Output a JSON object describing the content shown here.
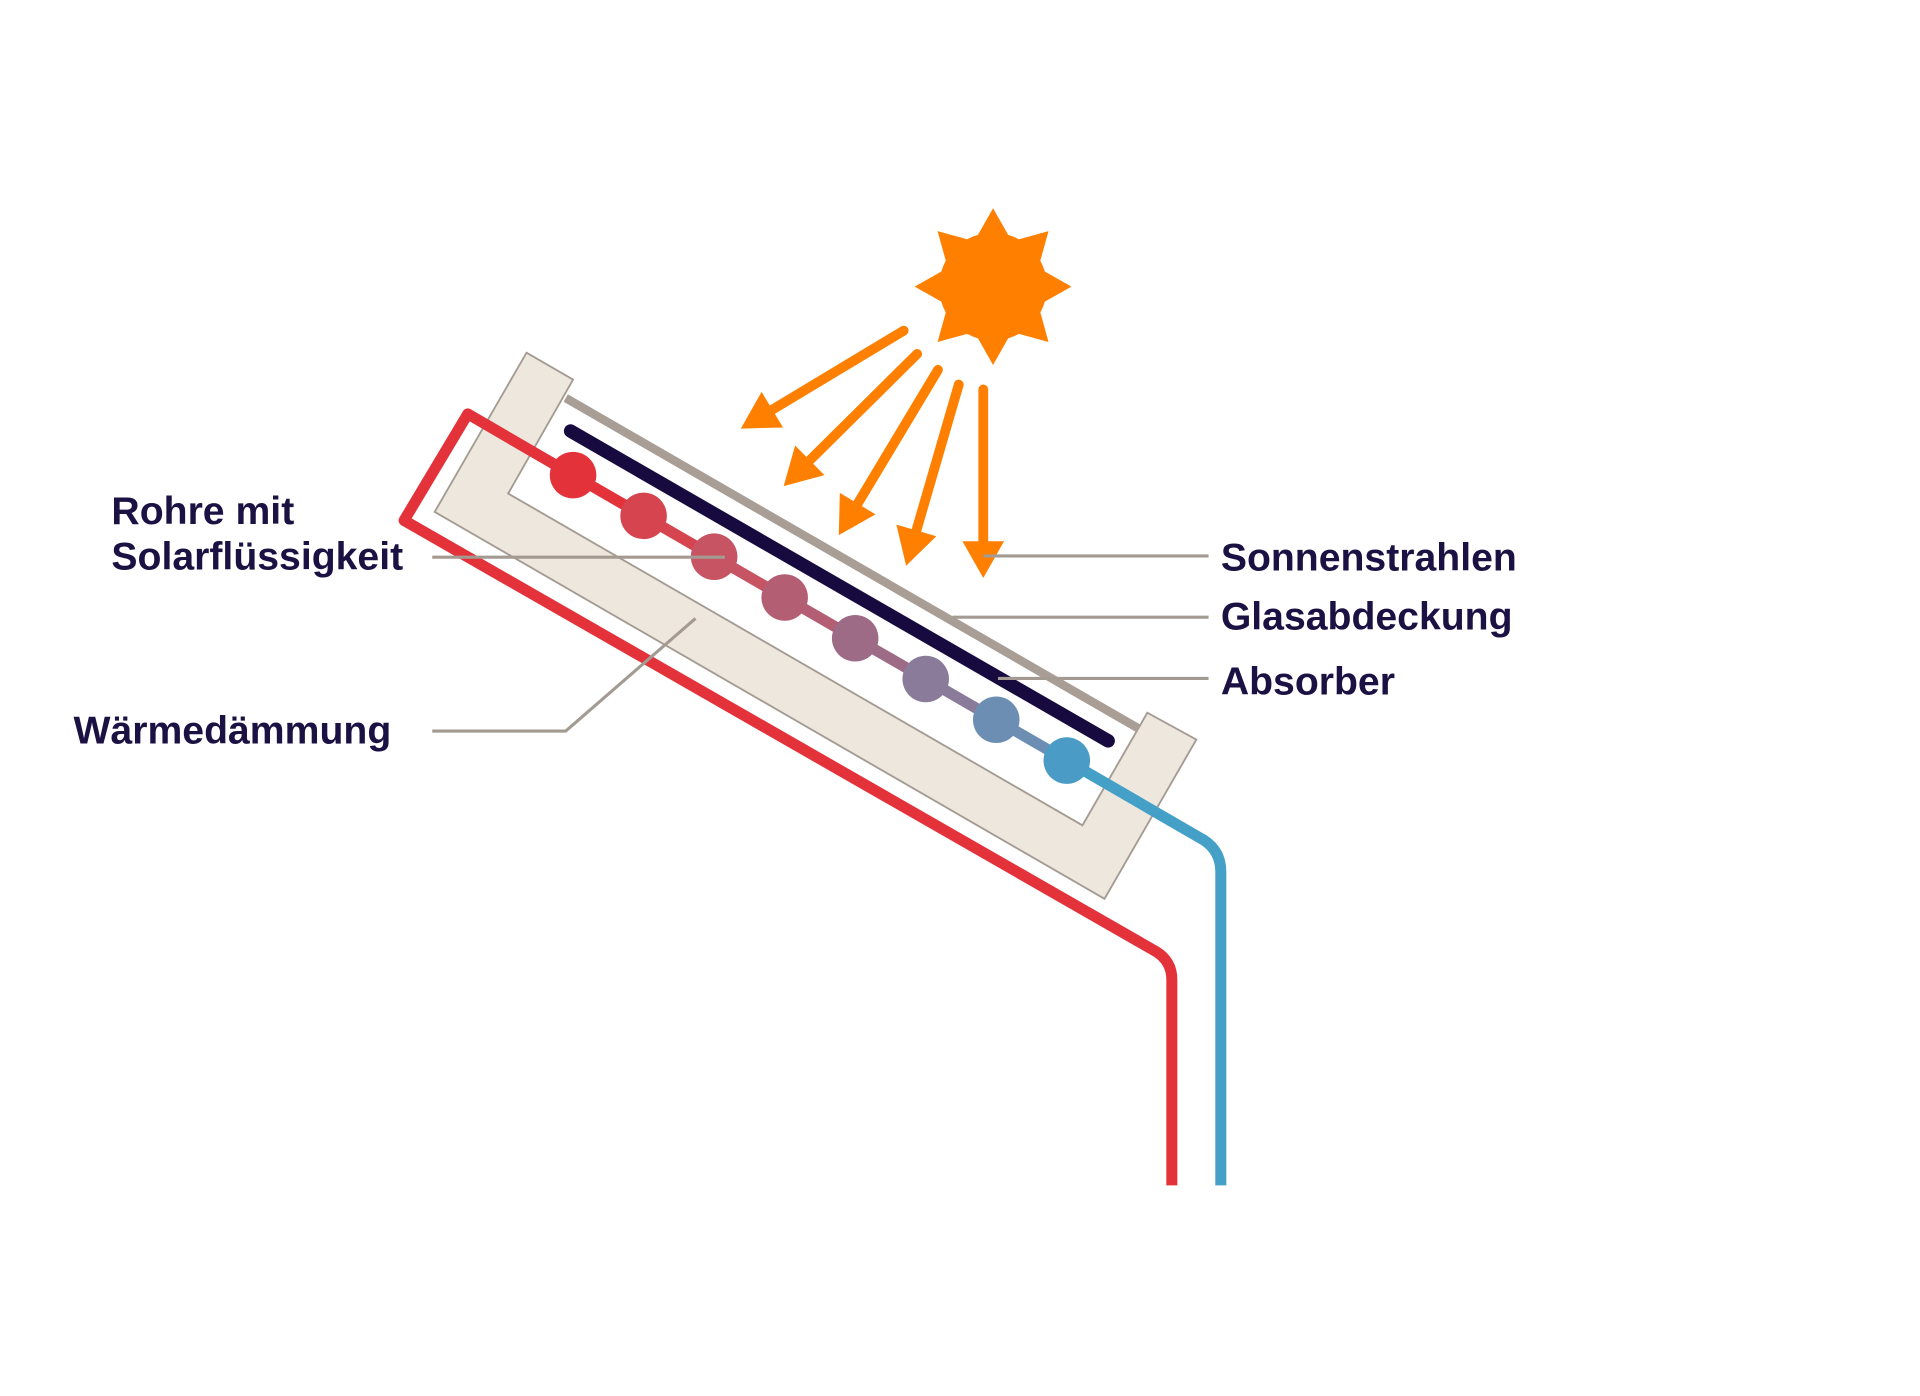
{
  "labels": {
    "pipes_line1": "Rohre mit",
    "pipes_line2": "Solarflüssigkeit",
    "insulation": "Wärmedämmung",
    "sun_rays": "Sonnenstrahlen",
    "glass_cover": "Glasabdeckung",
    "absorber": "Absorber"
  },
  "colors": {
    "sun": "#ff7f00",
    "hot_pipe": "#e4323a",
    "cold_pipe": "#45a0c8",
    "absorber": "#170a3f",
    "glass": "#a89e96",
    "insulation": "#ede7dd",
    "text": "#1b1142"
  },
  "tube_colors": [
    "#e4323a",
    "#d6444f",
    "#c65462",
    "#b35e72",
    "#9e6b86",
    "#8a7b9b",
    "#6c8eb2",
    "#4a9cc6"
  ]
}
